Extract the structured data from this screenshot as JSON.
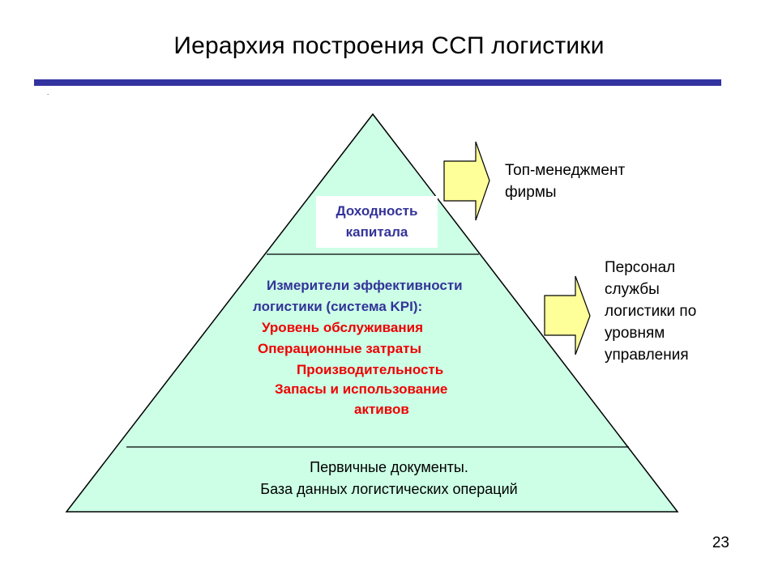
{
  "slide": {
    "title": "Иерархия построения ССП логистики",
    "dot": ".",
    "page_number": "23"
  },
  "colors": {
    "rule": "#3333a0",
    "pyramid_fill": "#ccffe6",
    "navy_text": "#333399",
    "red_text": "#ee0000",
    "arrow_fill": "#ffff99"
  },
  "pyramid": {
    "top": {
      "line1": "Доходность",
      "line2": "капитала"
    },
    "middle": {
      "heading1": "Измерители эффективности",
      "heading2": "логистики (система KPI):",
      "items": [
        "Уровень обслуживания",
        "Операционные затраты",
        "Производительность",
        "Запасы и использование",
        "активов"
      ]
    },
    "base": {
      "line1": "Первичные документы.",
      "line2": "База данных логистических операций"
    }
  },
  "side_labels": {
    "top": {
      "line1": "Топ-менеджмент",
      "line2": "фирмы"
    },
    "middle": {
      "line1": "Персонал",
      "line2": "службы",
      "line3": "логистики по",
      "line4": "уровням",
      "line5": "управления"
    }
  }
}
